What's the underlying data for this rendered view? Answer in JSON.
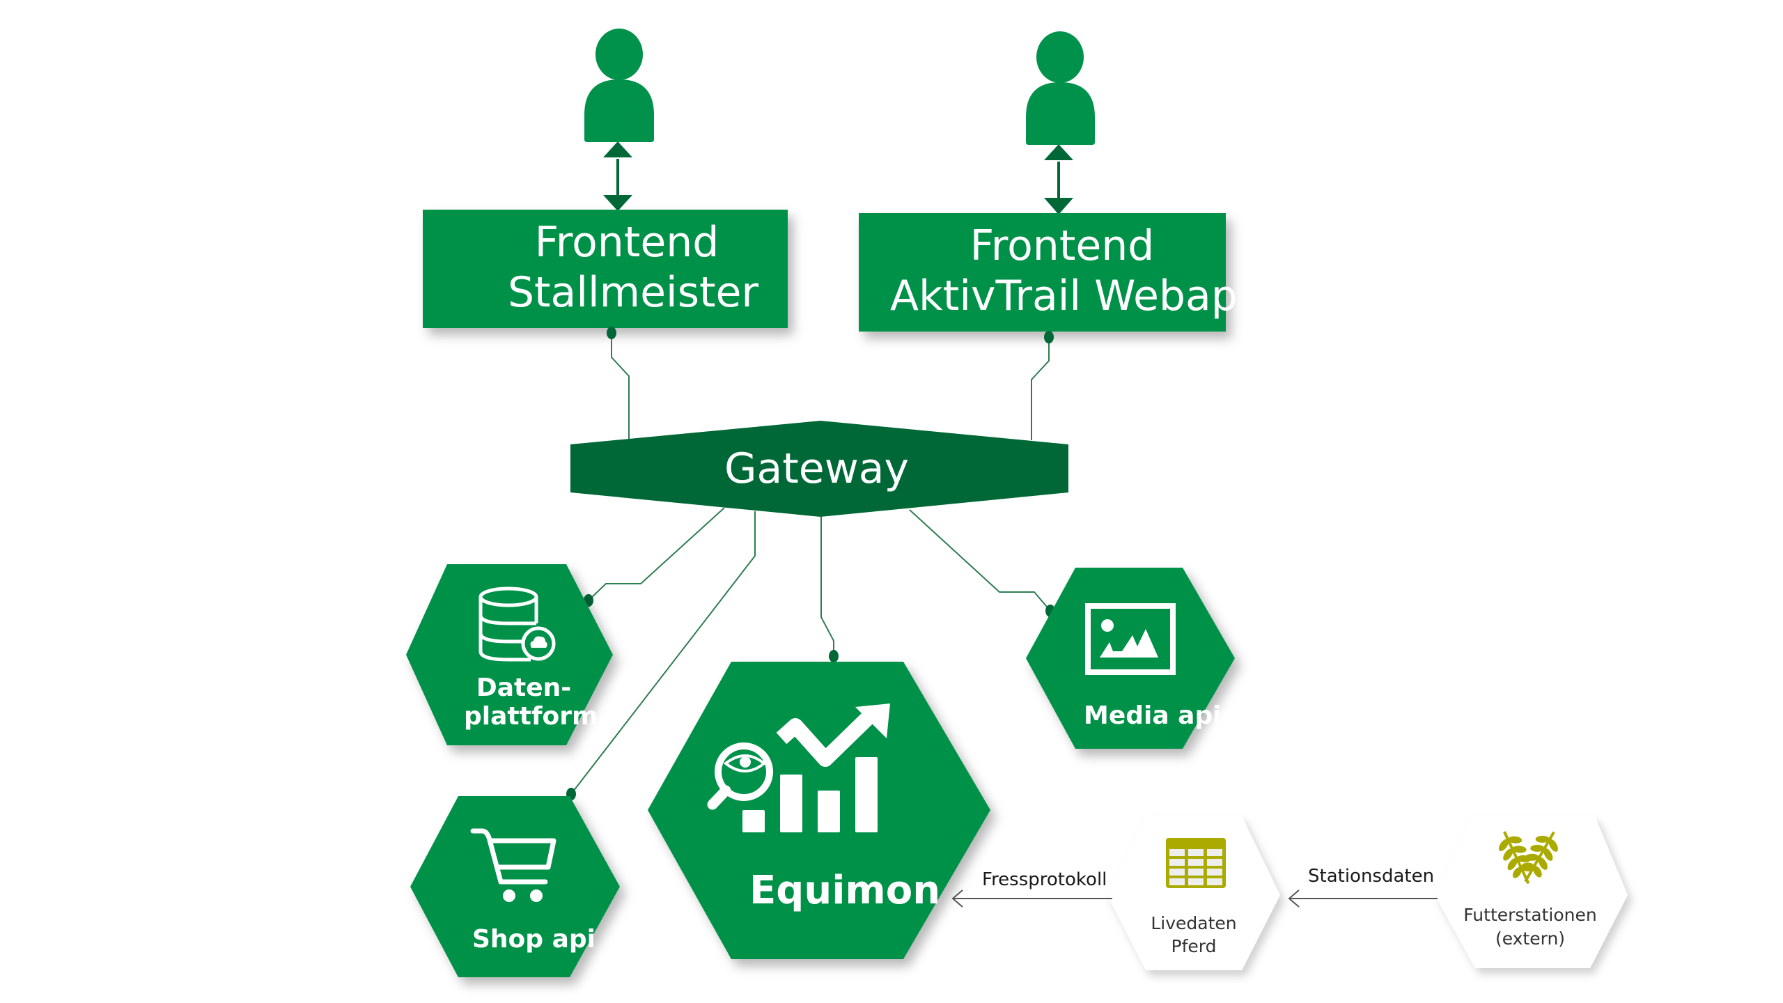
{
  "colors": {
    "primary": "#00914A",
    "dark": "#006837",
    "accent_olive": "#AAAA00",
    "external_fill": "#FFFFFF",
    "edge_text": "#1A1A1A"
  },
  "users": [
    {
      "id": "user-stallmeister",
      "icon": "user-icon"
    },
    {
      "id": "user-aktivtrail",
      "icon": "user-icon"
    }
  ],
  "frontends": [
    {
      "id": "frontend-stallmeister",
      "line1": "Frontend",
      "line2": "Stallmeister"
    },
    {
      "id": "frontend-aktivtrail",
      "line1": "Frontend",
      "line2": "AktivTrail Webap"
    }
  ],
  "gateway": {
    "label": "Gateway"
  },
  "services": [
    {
      "id": "datenplattform",
      "line1": "Daten-",
      "line2": "plattform",
      "icon": "database-cloud-icon"
    },
    {
      "id": "media-api",
      "line1": "Media api",
      "icon": "image-icon"
    },
    {
      "id": "shop-api",
      "line1": "Shop api",
      "icon": "shopping-cart-icon"
    },
    {
      "id": "equimon",
      "line1": "Equimon",
      "icon": "analytics-chart-icon"
    }
  ],
  "external": [
    {
      "id": "livedaten-pferd",
      "line1": "Livedaten",
      "line2": "Pferd",
      "icon": "table-icon"
    },
    {
      "id": "futterstationen",
      "line1": "Futterstationen",
      "line2": "(extern)",
      "icon": "wheat-icon"
    }
  ],
  "edges": [
    {
      "from": "livedaten-pferd",
      "to": "equimon",
      "label": "Fressprotokoll"
    },
    {
      "from": "futterstationen",
      "to": "livedaten-pferd",
      "label": "Stationsdaten"
    }
  ]
}
